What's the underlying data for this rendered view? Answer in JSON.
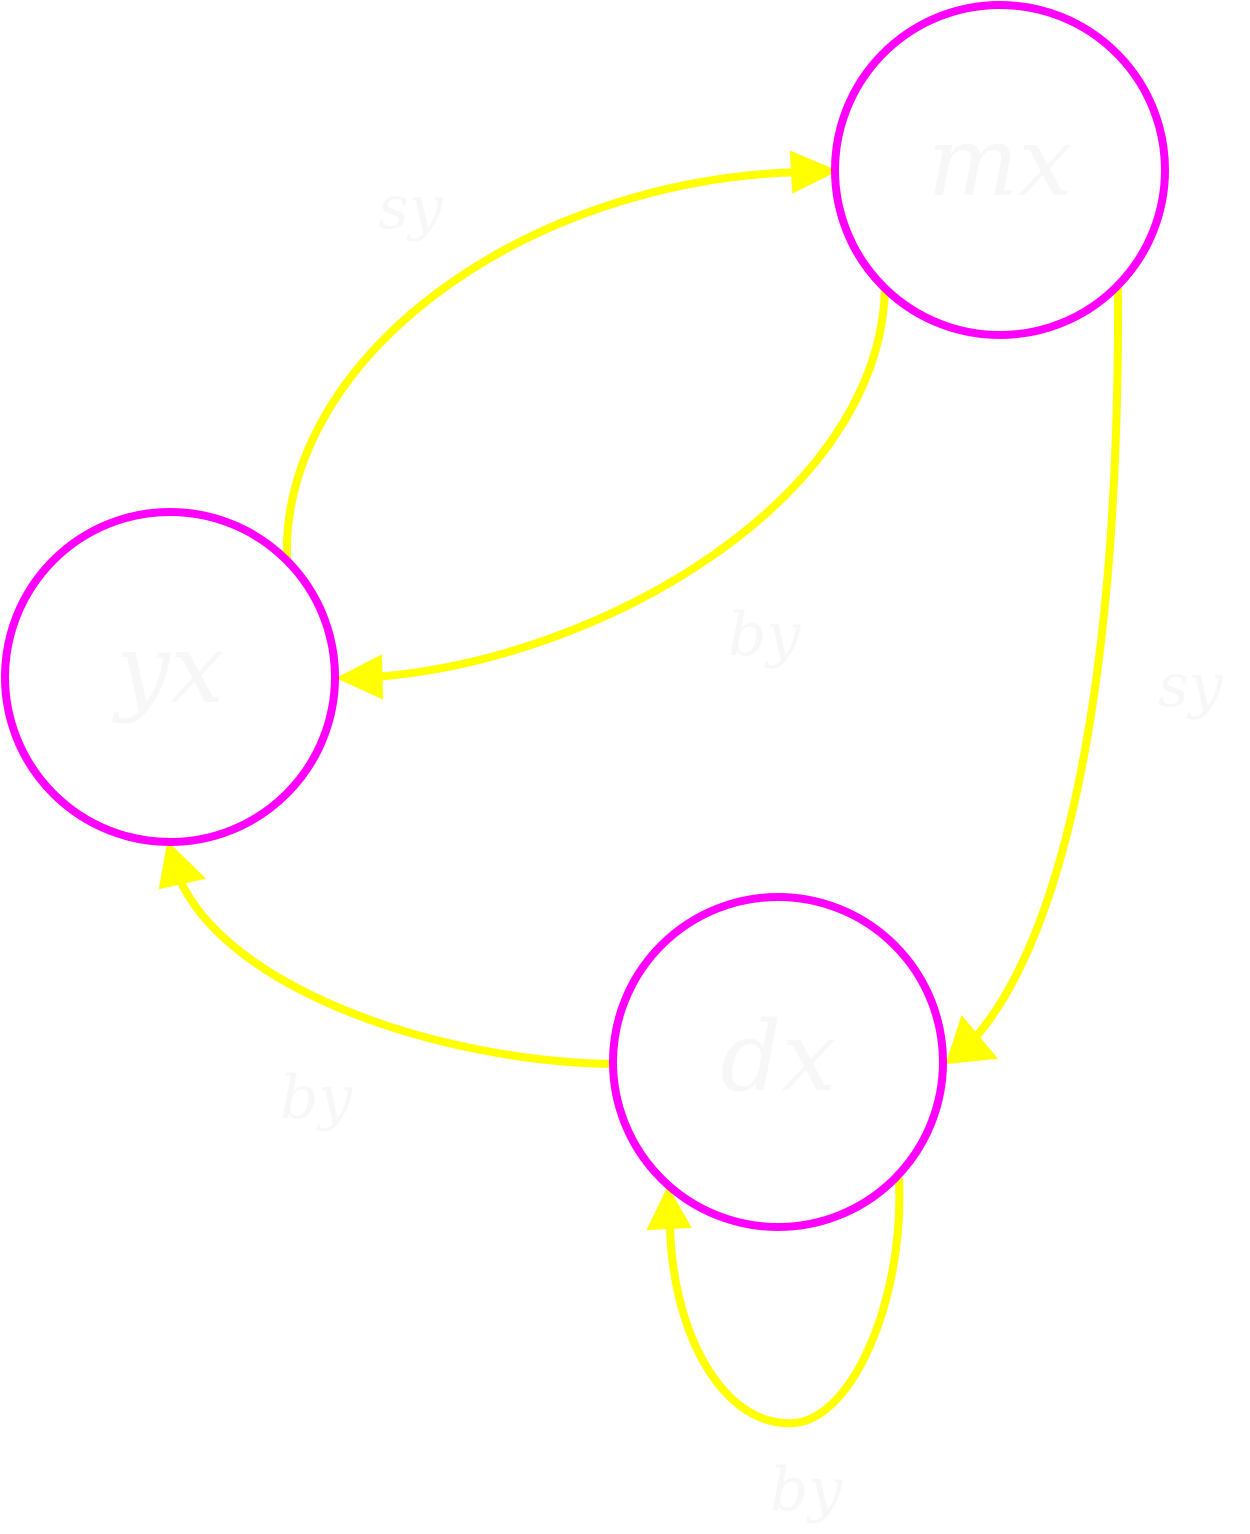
{
  "colors": {
    "background": "#ffffff",
    "node_stroke": "#ff00ff",
    "edge": "#ffff00",
    "label_text": "#f7f7f7"
  },
  "nodes": [
    {
      "id": "mx",
      "label": "mx"
    },
    {
      "id": "yx",
      "label": "yx"
    },
    {
      "id": "dx",
      "label": "dx"
    }
  ],
  "edges": [
    {
      "from": "yx",
      "to": "mx",
      "label": "sy"
    },
    {
      "from": "mx",
      "to": "yx",
      "label": "by"
    },
    {
      "from": "mx",
      "to": "dx",
      "label": "sy"
    },
    {
      "from": "dx",
      "to": "yx",
      "label": "by"
    },
    {
      "from": "dx",
      "to": "dx",
      "label": "by"
    }
  ]
}
